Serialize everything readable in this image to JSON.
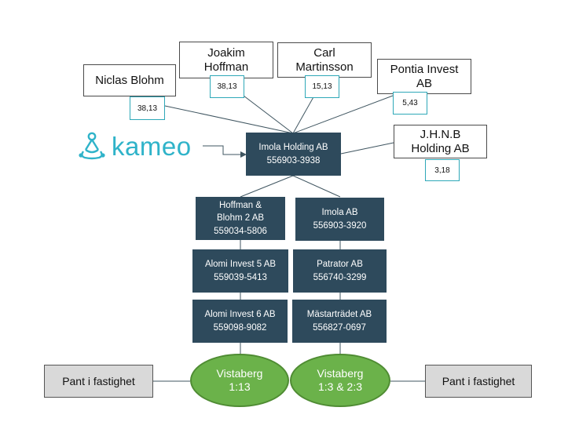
{
  "logo": {
    "text": "kameo",
    "color": "#2fb3c9",
    "icon": "kameo-knot-icon"
  },
  "colors": {
    "corp_fill": "#2e4a5c",
    "share_border": "#2ea8b8",
    "property_fill": "#6bb24a",
    "pant_fill": "#d9d9d9"
  },
  "owners": [
    {
      "name_lines": [
        "Niclas Blohm"
      ],
      "share": "38,13"
    },
    {
      "name_lines": [
        "Joakim",
        "Hoffman"
      ],
      "share": "38,13"
    },
    {
      "name_lines": [
        "Carl",
        "Martinsson"
      ],
      "share": "15,13"
    },
    {
      "name_lines": [
        "Pontia Invest",
        "AB"
      ],
      "share": "5,43"
    },
    {
      "name_lines": [
        "J.H.N.B",
        "Holding AB"
      ],
      "share": "3,18"
    }
  ],
  "holding": {
    "name": "Imola Holding AB",
    "org": "556903-3938"
  },
  "left_chain": [
    {
      "name_lines": [
        "Hoffman &",
        "Blohm 2 AB"
      ],
      "org": "559034-5806"
    },
    {
      "name_lines": [
        "Alomi Invest 5 AB"
      ],
      "org": "559039-5413"
    },
    {
      "name_lines": [
        "Alomi Invest 6 AB"
      ],
      "org": "559098-9082"
    }
  ],
  "right_chain": [
    {
      "name_lines": [
        "Imola AB"
      ],
      "org": "556903-3920"
    },
    {
      "name_lines": [
        "Patrator AB"
      ],
      "org": "556740-3299"
    },
    {
      "name_lines": [
        "Mästarträdet AB"
      ],
      "org": "556827-0697"
    }
  ],
  "properties": [
    {
      "name": "Vistaberg",
      "sub": "1:13"
    },
    {
      "name": "Vistaberg",
      "sub": "1:3 & 2:3"
    }
  ],
  "pledges": [
    "Pant i fastighet",
    "Pant i fastighet"
  ]
}
